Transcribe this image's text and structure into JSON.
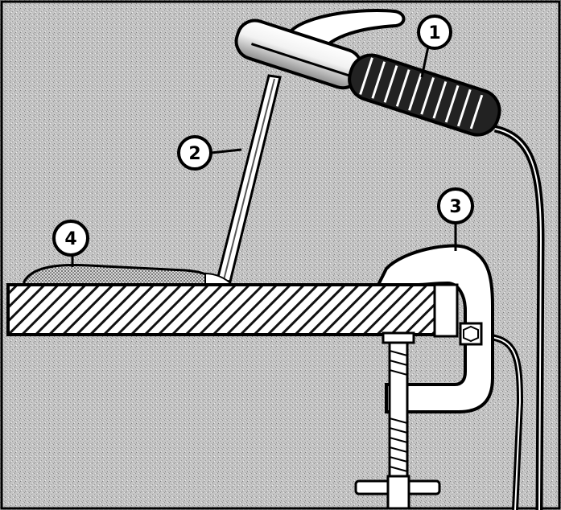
{
  "figure": {
    "callouts": [
      {
        "id": "1",
        "text": "1"
      },
      {
        "id": "2",
        "text": "2"
      },
      {
        "id": "3",
        "text": "3"
      },
      {
        "id": "4",
        "text": "4"
      }
    ],
    "colors": {
      "background": "#c9c9c9",
      "ink": "#000000",
      "paper": "#ffffff"
    }
  }
}
